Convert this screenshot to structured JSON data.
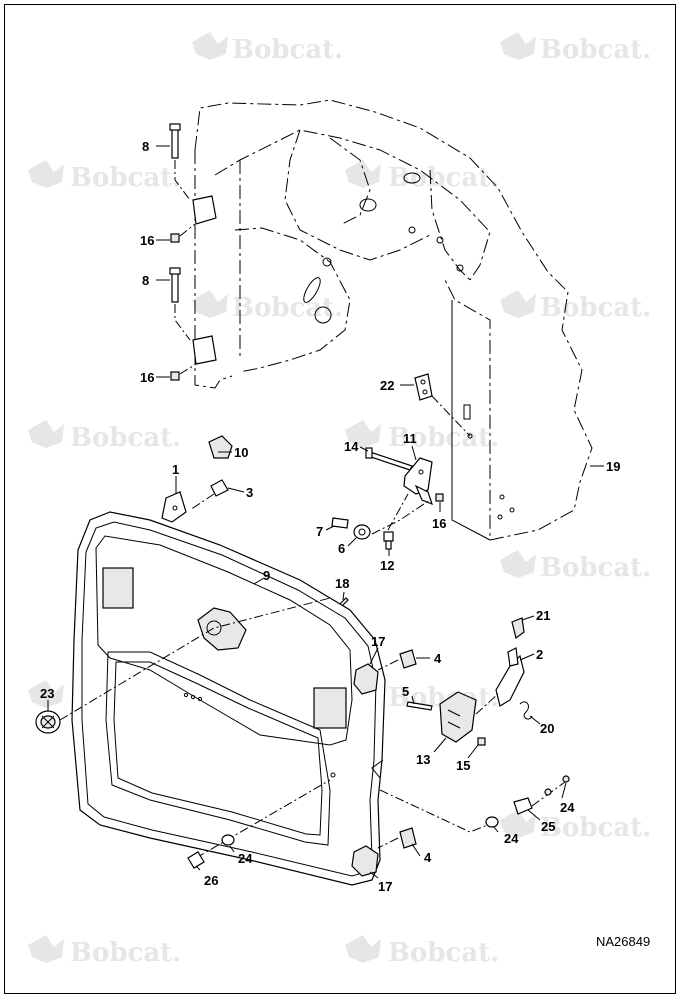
{
  "watermark": {
    "text": "Bobcat."
  },
  "drawing_ref": "NA26849",
  "callouts": {
    "c8a": "8",
    "c16a": "16",
    "c8b": "8",
    "c16b": "16",
    "c22": "22",
    "c14": "14",
    "c11": "11",
    "c10": "10",
    "c1": "1",
    "c3": "3",
    "c19": "19",
    "c7": "7",
    "c16c": "16",
    "c6": "6",
    "c12": "12",
    "c9": "9",
    "c18": "18",
    "c21": "21",
    "c17a": "17",
    "c4a": "4",
    "c2": "2",
    "c5": "5",
    "c23": "23",
    "c20": "20",
    "c13": "13",
    "c15": "15",
    "c24a": "24",
    "c24b": "24",
    "c25": "25",
    "c24c": "24",
    "c26": "26",
    "c4b": "4",
    "c17b": "17"
  }
}
